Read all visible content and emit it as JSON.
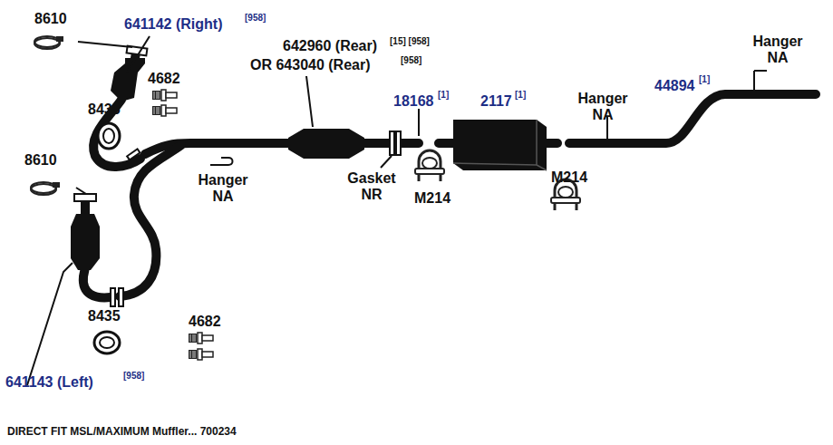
{
  "diagram": {
    "caption": "DIRECT FIT MSL/MAXIMUM Muffler... 700234",
    "labels": [
      "8610",
      "641142 (Right)",
      "[958]",
      "4682",
      "8435",
      "642960 (Rear)",
      "[15] [958]",
      "OR 643040 (Rear)",
      "[958]",
      "18168",
      "[1]",
      "2117",
      "[1]",
      "Hanger NA",
      "44894",
      "[1]",
      "Hanger NA",
      "Hanger NA",
      "Gasket NR",
      "M214",
      "M214",
      "8610",
      "8435",
      "4682",
      "641143 (Left)",
      "[958]"
    ]
  }
}
